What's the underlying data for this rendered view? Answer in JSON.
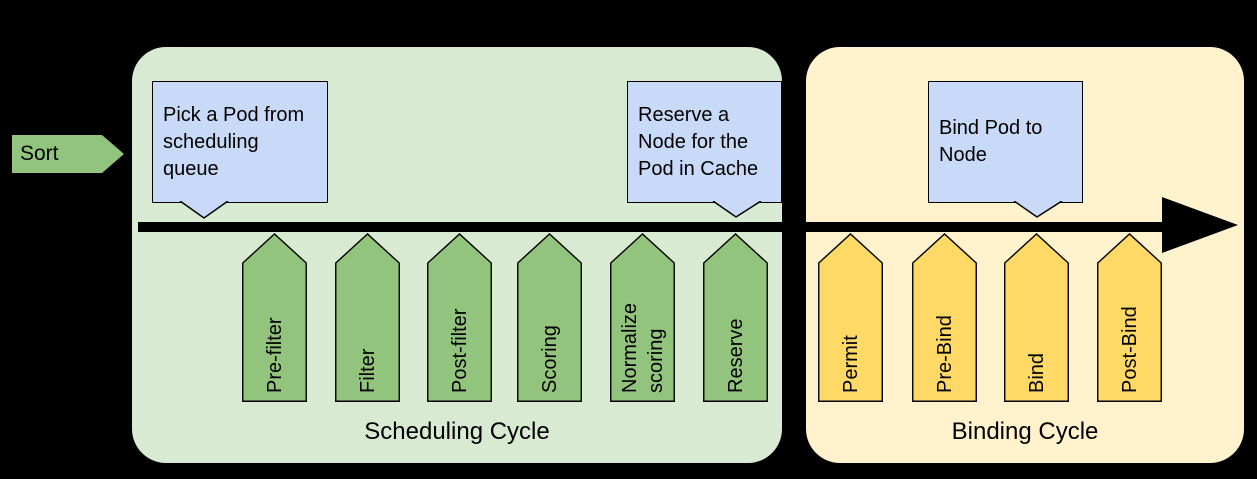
{
  "diagram": {
    "background": "#000000",
    "colors": {
      "scheduling_bg": "#d9ead3",
      "scheduling_plugin": "#93c47d",
      "binding_bg": "#fff2cc",
      "binding_plugin": "#ffd966",
      "callout_bg": "#c9daf8",
      "arrow": "#000000"
    },
    "sort": {
      "label": "Sort"
    },
    "scheduling_cycle": {
      "label": "Scheduling Cycle",
      "plugins": [
        "Pre-filter",
        "Filter",
        "Post-filter",
        "Scoring",
        [
          "Normalize",
          "scoring"
        ],
        "Reserve"
      ]
    },
    "binding_cycle": {
      "label": "Binding Cycle",
      "plugins": [
        "Permit",
        "Pre-Bind",
        "Bind",
        "Post-Bind"
      ]
    },
    "callouts": {
      "pick_pod": [
        "Pick a Pod from",
        "scheduling",
        "queue"
      ],
      "reserve_node": [
        "Reserve a",
        "Node for the",
        "Pod in Cache"
      ],
      "bind_pod": [
        "Bind Pod to",
        "Node"
      ]
    }
  }
}
